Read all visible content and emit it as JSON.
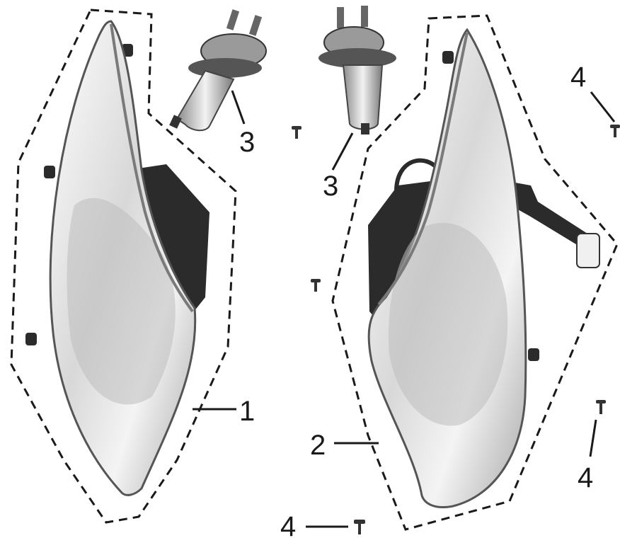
{
  "diagram": {
    "callouts": {
      "left_headlight": "1",
      "right_headlight": "2",
      "bulb_left": "3",
      "bulb_right": "3",
      "screw_top_right": "4",
      "screw_bottom_right": "4",
      "screw_bottom_center": "4"
    },
    "colors": {
      "line": "#1a1a1a",
      "lens": "#e9e9e9",
      "housing": "#2b2b2b",
      "chrome": "#9a9a9a",
      "background": "#ffffff"
    }
  }
}
